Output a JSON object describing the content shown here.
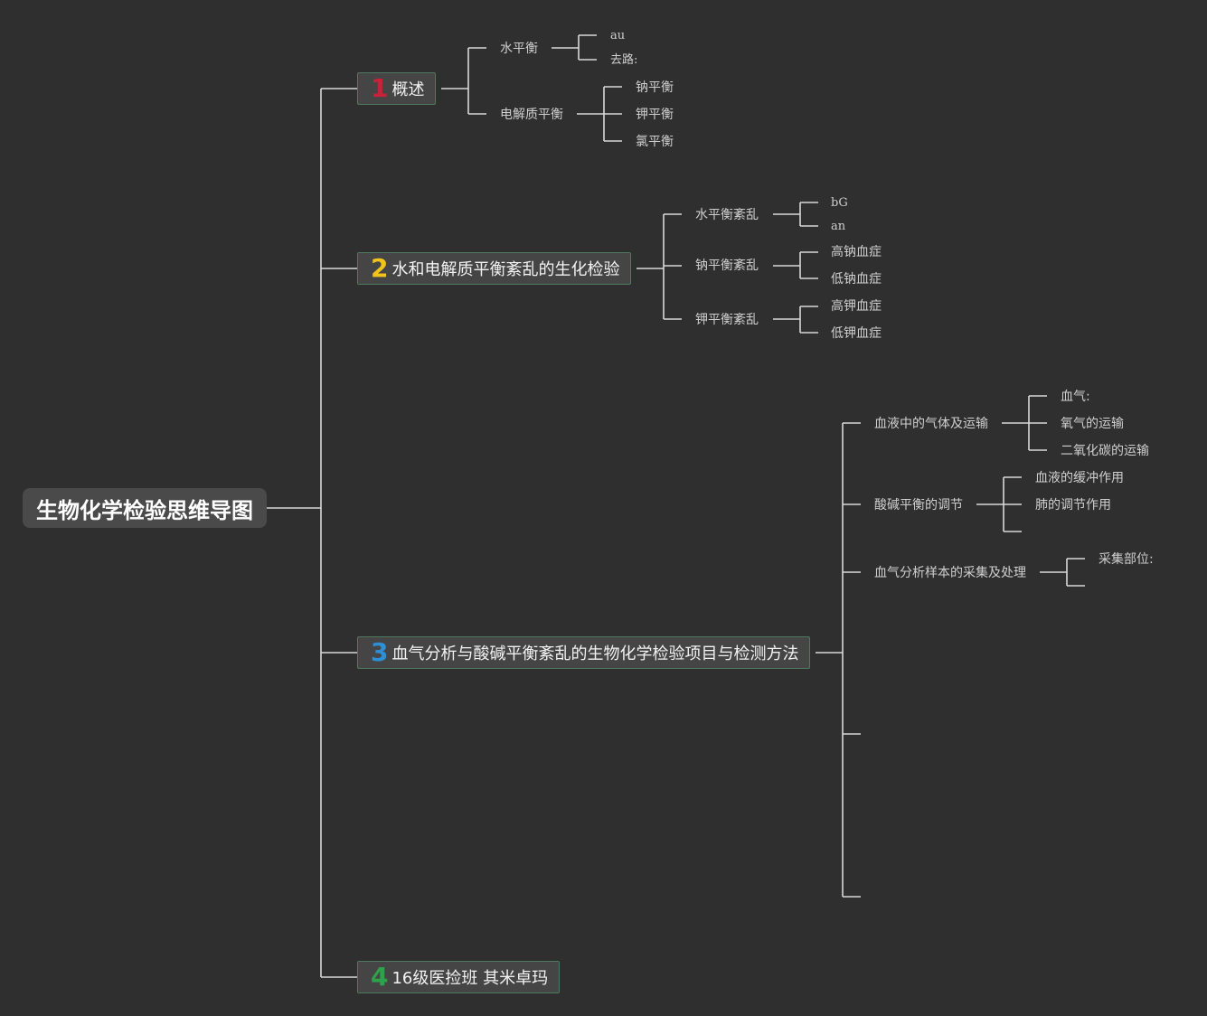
{
  "root": {
    "label": "生物化学检验思维导图"
  },
  "topics": [
    {
      "number": "1",
      "number_color": "#c8223a",
      "label": "概述",
      "subtopics": [
        {
          "label": "水平衡",
          "children": [
            "au",
            "去路:"
          ]
        },
        {
          "label": "电解质平衡",
          "children": [
            "钠平衡",
            "钾平衡",
            "氯平衡"
          ]
        }
      ]
    },
    {
      "number": "2",
      "number_color": "#f0c419",
      "label": "水和电解质平衡紊乱的生化检验",
      "subtopics": [
        {
          "label": "水平衡紊乱",
          "children": [
            "bG",
            "an"
          ]
        },
        {
          "label": "钠平衡紊乱",
          "children": [
            "高钠血症",
            "低钠血症"
          ]
        },
        {
          "label": "钾平衡紊乱",
          "children": [
            "高钾血症",
            "低钾血症"
          ]
        }
      ]
    },
    {
      "number": "3",
      "number_color": "#2d8fd6",
      "label": "血气分析与酸碱平衡紊乱的生物化学检验项目与检测方法",
      "subtopics": [
        {
          "label": "血液中的气体及运输",
          "children": [
            "血气:",
            "氧气的运输",
            "二氧化碳的运输"
          ]
        },
        {
          "label": "酸碱平衡的调节",
          "children": [
            "血液的缓冲作用",
            "肺的调节作用",
            ""
          ]
        },
        {
          "label": "血气分析样本的采集及处理",
          "children": [
            "采集部位:",
            ""
          ]
        },
        {
          "label": "",
          "children": []
        },
        {
          "label": "",
          "children": []
        }
      ]
    },
    {
      "number": "4",
      "number_color": "#2ea24a",
      "label": "16级医捡班 其米卓玛",
      "subtopics": []
    }
  ],
  "colors": {
    "background": "#2f2f2f",
    "line": "#d9d9d9",
    "topic_border": "#4d7a5e"
  }
}
